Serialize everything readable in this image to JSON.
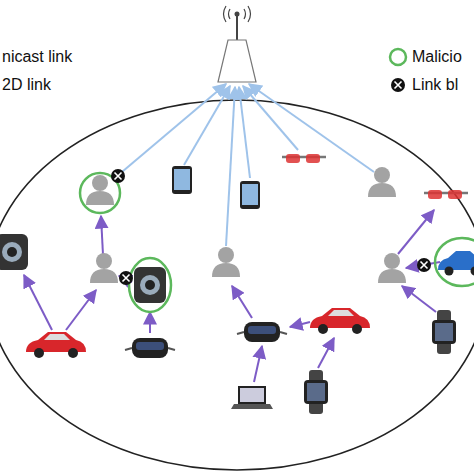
{
  "diagram": {
    "legend": [
      {
        "text": "nicast link"
      },
      {
        "text": "2D link"
      },
      {
        "text": "Malicio"
      },
      {
        "text": "Link bl"
      }
    ]
  }
}
